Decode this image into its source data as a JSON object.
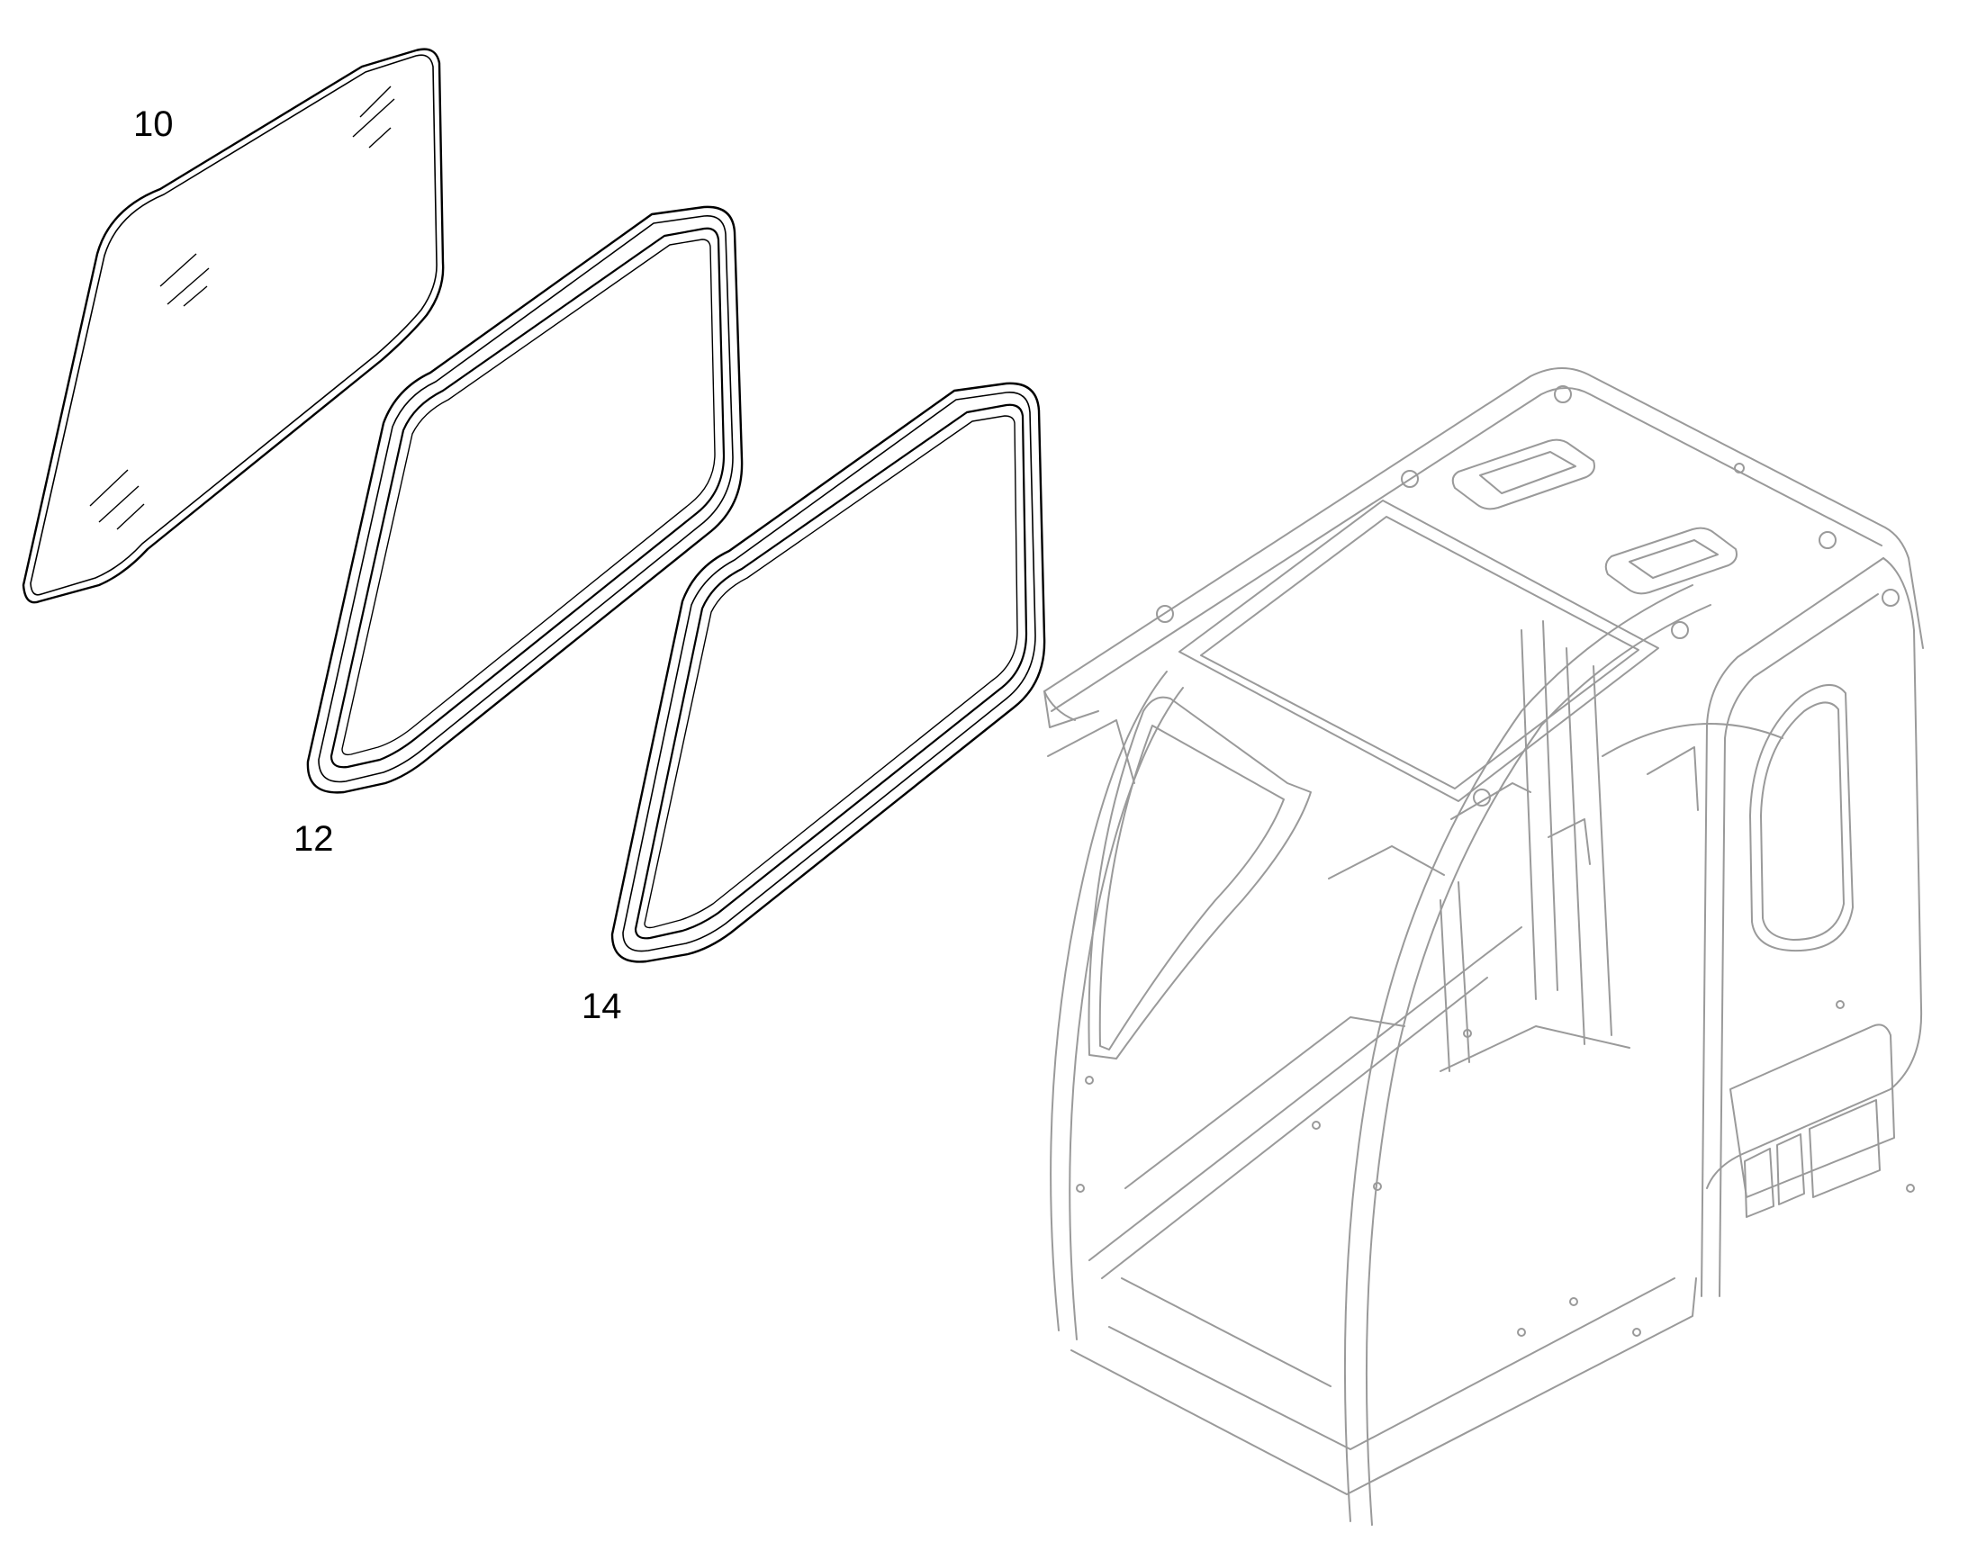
{
  "diagram": {
    "kind": "exploded parts view",
    "line_color": "#000000",
    "faded_line_color": "#9a9a9a",
    "background": "#ffffff"
  },
  "parts": [
    {
      "callout": "10",
      "icon": "window-glass-pane-icon"
    },
    {
      "callout": "12",
      "icon": "glass-seal-gasket-icon"
    },
    {
      "callout": "14",
      "icon": "glass-seal-gasket-icon"
    }
  ],
  "assembly": {
    "icon": "operator-cab-frame-icon"
  }
}
